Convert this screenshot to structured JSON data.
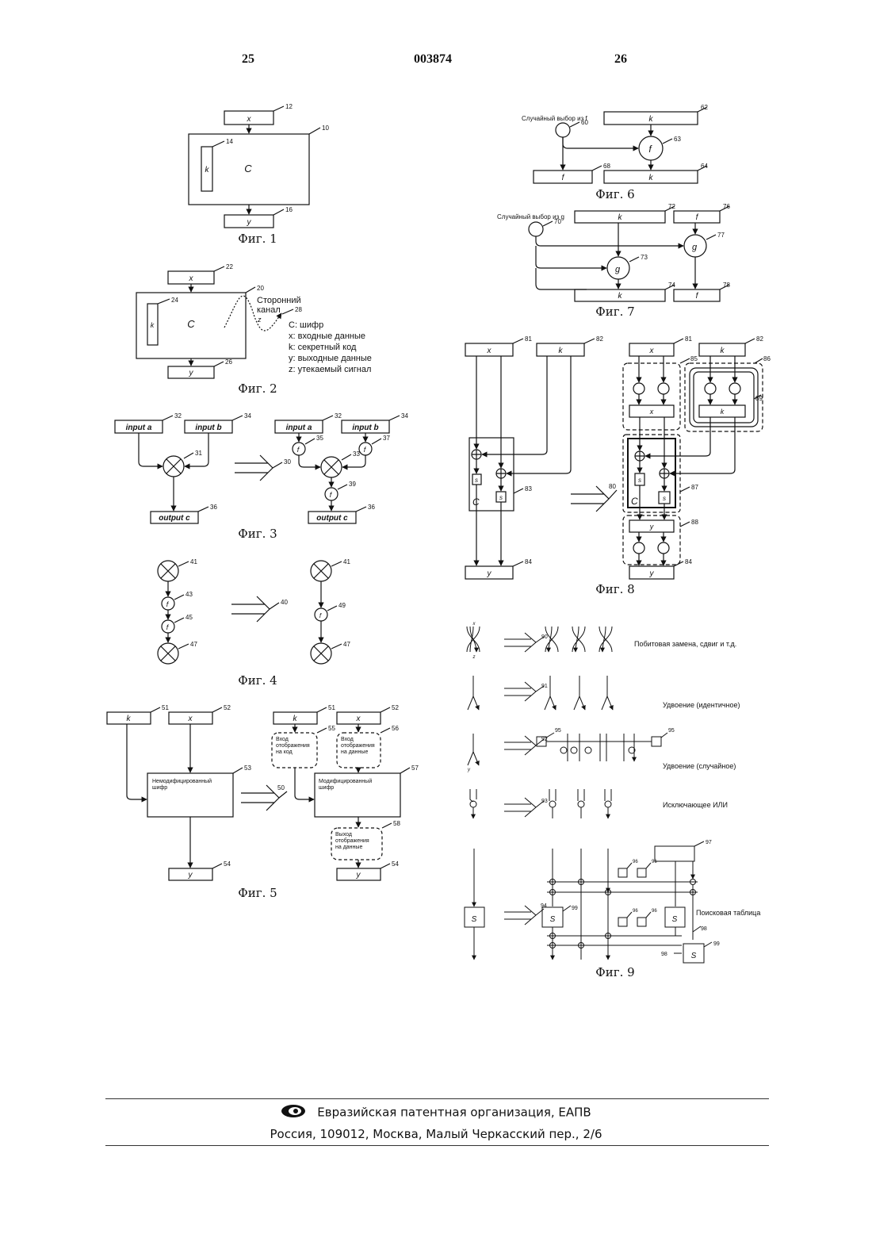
{
  "header": {
    "page_left": "25",
    "doc_number": "003874",
    "page_right": "26"
  },
  "captions": {
    "fig1": "Фиг. 1",
    "fig2": "Фиг. 2",
    "fig3": "Фиг. 3",
    "fig4": "Фиг. 4",
    "fig5": "Фиг. 5",
    "fig6": "Фиг. 6",
    "fig7": "Фиг. 7",
    "fig8": "Фиг. 8",
    "fig9": "Фиг. 9"
  },
  "fig1": {
    "input": "x",
    "cipher": "C",
    "key": "k",
    "output": "y",
    "refs": [
      "12",
      "10",
      "14",
      "16"
    ]
  },
  "fig2": {
    "input": "x",
    "cipher": "C",
    "key": "k",
    "output": "y",
    "side_channel": [
      "Сторонний",
      "канал"
    ],
    "leak": "z",
    "refs": [
      "22",
      "20",
      "24",
      "26",
      "28"
    ],
    "legend": [
      "C:  шифр",
      "x:  входные данные",
      "k:  секретный код",
      "y:  выходные данные",
      "z:  утекаемый сигнал"
    ]
  },
  "fig3": {
    "input_a": "input a",
    "input_b": "input b",
    "output_c": "output c",
    "f_a": "f",
    "f_b": "f",
    "f_c": "f",
    "refs": [
      "32",
      "34",
      "31",
      "36",
      "30",
      "32",
      "34",
      "35",
      "37",
      "33",
      "39",
      "36"
    ]
  },
  "fig4": {
    "f1": "f",
    "f2": "f",
    "f12": "f",
    "refs": [
      "41",
      "43",
      "45",
      "47",
      "40",
      "41",
      "49",
      "47"
    ]
  },
  "fig5": {
    "k": "k",
    "x": "x",
    "y": "y",
    "unmodified": [
      "Немодифицированный",
      "шифр"
    ],
    "modified": [
      "Модифицированный",
      "шифр"
    ],
    "key_map": [
      "Вход",
      "отображения",
      "на код"
    ],
    "data_in_map": [
      "Вход",
      "отображения",
      "на данные"
    ],
    "data_out_map": [
      "Выход",
      "отображения",
      "на данные"
    ],
    "refs": [
      "51",
      "52",
      "53",
      "54",
      "50",
      "51",
      "52",
      "55",
      "56",
      "57",
      "58",
      "54"
    ]
  },
  "fig6": {
    "random_choice": "Случайный выбор из f",
    "k": "k",
    "f0": "f",
    "k0": "k",
    "f0_out": "f",
    "refs": [
      "62",
      "60",
      "63",
      "68",
      "64"
    ]
  },
  "fig7": {
    "random_choice": "Случайный выбор из g",
    "k_prev": "k",
    "f_prev": "f",
    "g": "g",
    "g_inv": "g",
    "k_i": "k",
    "f_i": "f",
    "refs": [
      "72",
      "76",
      "70",
      "77",
      "73",
      "74",
      "78"
    ]
  },
  "fig8": {
    "x": "x",
    "k": "k",
    "y": "y",
    "s": "s",
    "C": "C",
    "x_i": "x",
    "k_i": "k",
    "y_i": "y",
    "s_i": "s",
    "refs": [
      "81",
      "82",
      "83",
      "84",
      "80",
      "81",
      "82",
      "85",
      "86",
      "89",
      "87",
      "88",
      "84"
    ]
  },
  "fig9": {
    "rows": [
      {
        "label": "Побитовая замена, сдвиг и т.д.",
        "ref": "90"
      },
      {
        "label": "Удвоение (идентичное)",
        "ref": "91"
      },
      {
        "label": "Удвоение (случайное)",
        "ref": "92"
      },
      {
        "label": "Исключающее ИЛИ",
        "ref": "93"
      },
      {
        "label": "Поисковая таблица",
        "ref": "94"
      }
    ],
    "var_x": "x",
    "var_y": "y",
    "var_z": "z",
    "var_s": "S",
    "refs_extra": [
      "95",
      "95",
      "96",
      "96",
      "96",
      "96",
      "97",
      "98",
      "98",
      "99",
      "99"
    ]
  },
  "footer": {
    "org": "Евразийская патентная организация, ЕАПВ",
    "address": "Россия, 109012, Москва, Малый Черкасский пер., 2/6"
  }
}
